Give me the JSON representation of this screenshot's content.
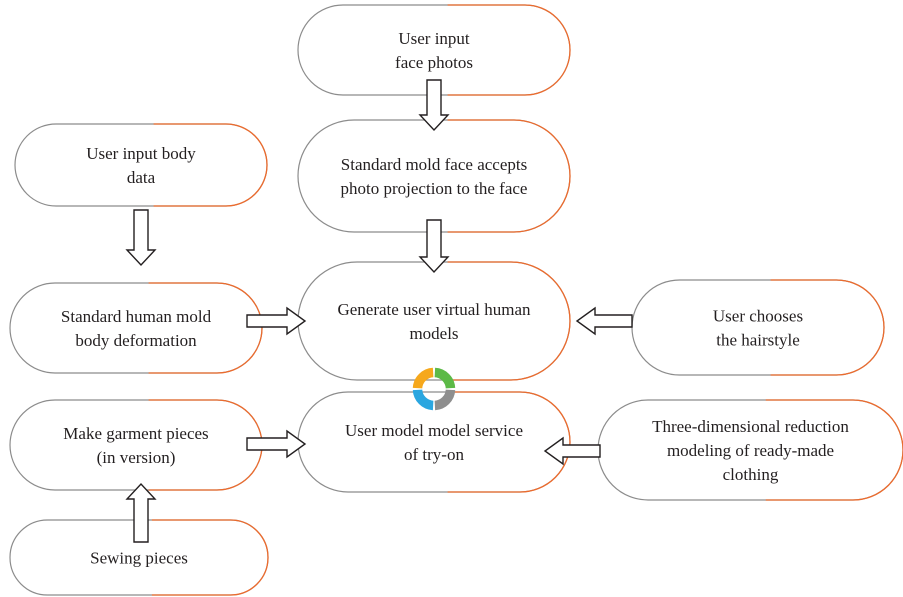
{
  "nodes": [
    {
      "id": "face-photos",
      "lines": [
        "User input",
        "face photos"
      ]
    },
    {
      "id": "body-data",
      "lines": [
        "User input body",
        "data"
      ]
    },
    {
      "id": "mold-face",
      "lines": [
        "Standard mold face accepts",
        "photo projection to the face"
      ]
    },
    {
      "id": "body-deformation",
      "lines": [
        "Standard human mold",
        "body deformation"
      ]
    },
    {
      "id": "virtual-human",
      "lines": [
        "Generate user virtual human",
        "models"
      ]
    },
    {
      "id": "hairstyle",
      "lines": [
        "User chooses",
        "the hairstyle"
      ]
    },
    {
      "id": "garment-pieces",
      "lines": [
        "Make garment pieces",
        "(in version)"
      ]
    },
    {
      "id": "try-on",
      "lines": [
        "User model model service",
        "of try-on"
      ]
    },
    {
      "id": "reduction-modeling",
      "lines": [
        "Three-dimensional reduction",
        "modeling of ready-made",
        "clothing"
      ]
    },
    {
      "id": "sewing-pieces",
      "lines": [
        "Sewing pieces"
      ]
    }
  ],
  "colors": {
    "outline_gray": "#8c8c8c",
    "outline_orange": "#ec6b2d",
    "arrow": "#231f20",
    "text": "#231f20",
    "logo_orange": "#f6a81c",
    "logo_green": "#5cb947",
    "logo_blue": "#2aa6e0",
    "logo_gray": "#8e8e8e"
  }
}
